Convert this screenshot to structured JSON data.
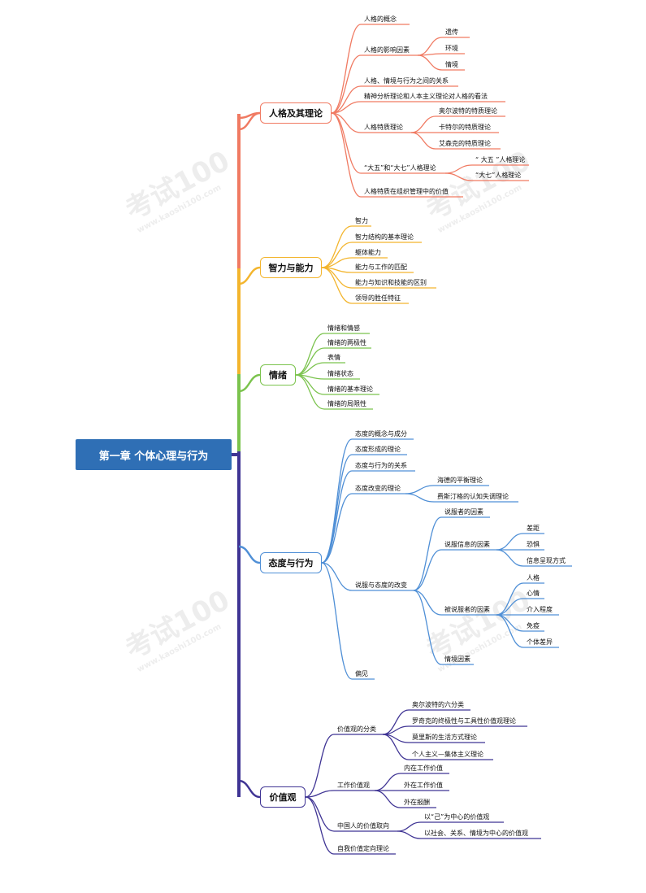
{
  "root": "第一章 个体心理与行为",
  "watermark": "考试100",
  "watermark_sub": "www.kaoshi100.com",
  "colors": {
    "root": "#2f6fb5",
    "b1": "#f07a62",
    "b2": "#f3b52d",
    "b3": "#7bc34d",
    "b4": "#4f8fd6",
    "b5": "#3f3494"
  },
  "branches": [
    {
      "label": "人格及其理论",
      "items": [
        {
          "label": "人格的概念"
        },
        {
          "label": "人格的影响因素",
          "children": [
            {
              "label": "遗传"
            },
            {
              "label": "环境"
            },
            {
              "label": "情境"
            }
          ]
        },
        {
          "label": "人格、情境与行为之间的关系"
        },
        {
          "label": "精神分析理论和人本主义理论对人格的看法"
        },
        {
          "label": "人格特质理论",
          "children": [
            {
              "label": "奥尔波特的特质理论"
            },
            {
              "label": "卡特尔的特质理论"
            },
            {
              "label": "艾森克的特质理论"
            }
          ]
        },
        {
          "label": "“大五”和“大七”人格理论",
          "children": [
            {
              "label": "“ 大五 ”人格理论"
            },
            {
              "label": "“大七”人格理论"
            }
          ]
        },
        {
          "label": "人格特质在组织管理中的价值"
        }
      ]
    },
    {
      "label": "智力与能力",
      "items": [
        {
          "label": "智力"
        },
        {
          "label": "智力结构的基本理论"
        },
        {
          "label": "躯体能力"
        },
        {
          "label": "能力与工作的匹配"
        },
        {
          "label": "能力与知识和技能的区别"
        },
        {
          "label": "领导的胜任特征"
        }
      ]
    },
    {
      "label": "情绪",
      "items": [
        {
          "label": "情绪和情感"
        },
        {
          "label": "情绪的两极性"
        },
        {
          "label": "表情"
        },
        {
          "label": "情绪状态"
        },
        {
          "label": "情绪的基本理论"
        },
        {
          "label": "情绪的局限性"
        }
      ]
    },
    {
      "label": "态度与行为",
      "items": [
        {
          "label": "态度的概念与成分"
        },
        {
          "label": "态度形成的理论"
        },
        {
          "label": "态度与行为的关系"
        },
        {
          "label": "态度改变的理论",
          "children": [
            {
              "label": "海德的平衡理论"
            },
            {
              "label": "费斯汀格的认知失调理论"
            }
          ]
        },
        {
          "label": "说服与态度的改变",
          "children": [
            {
              "label": "说服者的因素"
            },
            {
              "label": "说服信息的因素",
              "children": [
                {
                  "label": "差距"
                },
                {
                  "label": "恐惧"
                },
                {
                  "label": "信息呈现方式"
                }
              ]
            },
            {
              "label": "被说服者的因素",
              "children": [
                {
                  "label": "人格"
                },
                {
                  "label": "心情"
                },
                {
                  "label": "介入程度"
                },
                {
                  "label": "免疫"
                },
                {
                  "label": "个体差异"
                }
              ]
            },
            {
              "label": "情境因素"
            }
          ]
        },
        {
          "label": "偏见"
        }
      ]
    },
    {
      "label": "价值观",
      "items": [
        {
          "label": "价值观的分类",
          "children": [
            {
              "label": "奥尔波特的六分类"
            },
            {
              "label": "罗奇克的终极性与工具性价值观理论"
            },
            {
              "label": "莫里斯的生活方式理论"
            },
            {
              "label": "个人主义—集体主义理论"
            }
          ]
        },
        {
          "label": "工作价值观",
          "children": [
            {
              "label": "内在工作价值"
            },
            {
              "label": "外在工作价值"
            },
            {
              "label": "外在报酬"
            }
          ]
        },
        {
          "label": "中国人的价值取向",
          "children": [
            {
              "label": "以“己”为中心的价值观"
            },
            {
              "label": "以社会、关系、情境为中心的价值观"
            }
          ]
        },
        {
          "label": "自我价值定向理论"
        }
      ]
    }
  ]
}
